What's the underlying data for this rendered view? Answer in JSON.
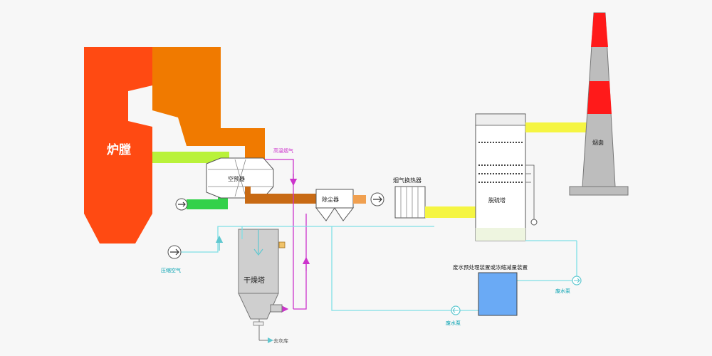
{
  "labels": {
    "furnace": "炉膛",
    "air_preheater": "空预器",
    "high_temp_flue_gas": "高温烟气",
    "dust_collector": "除尘器",
    "flue_gas_heat_exchanger": "烟气换热器",
    "desulfurization_tower": "脱硫塔",
    "chimney": "烟囱",
    "drying_tower": "干燥塔",
    "compressed_air": "压缩空气",
    "wastewater_treatment": "废水预处理装置或浓缩减量装置",
    "wastewater_pump_upper": "废水泵",
    "wastewater_pump_lower": "废水泵",
    "ash_outlet": "去灰库"
  },
  "colors": {
    "background": "#f7f7f7",
    "furnace": "#ff4a12",
    "boiler_flue": "#f07a00",
    "green_duct": "#b9f23a",
    "green_return": "#33d14a",
    "brown_duct": "#c86a14",
    "yellow_duct": "#f5f542",
    "water_line": "#7fe0e6",
    "gas_line": "#cc33cc",
    "chimney_red": "#ff1a1a",
    "chimney_gray": "#bdbdbd",
    "tank_blue": "#6aaaf5"
  },
  "icons": {
    "fan_left": "fan-icon",
    "fan_mid": "fan-icon",
    "compressed_air_fan": "fan-icon",
    "pump": "pump-icon"
  }
}
